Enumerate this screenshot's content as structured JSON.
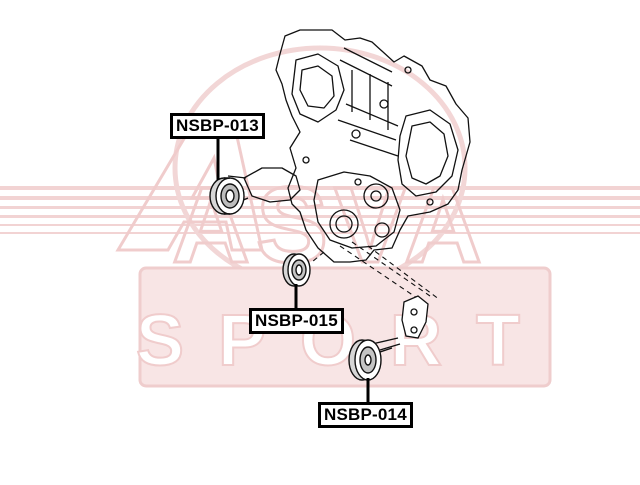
{
  "watermark": {
    "brand_top": "ASVA",
    "brand_bottom": "SPORT",
    "color": "#e2a0a0"
  },
  "labels": {
    "nsbp_013": "NSBP-013",
    "nsbp_015": "NSBP-015",
    "nsbp_014": "NSBP-014"
  },
  "colors": {
    "line": "#111111",
    "background": "#ffffff"
  }
}
